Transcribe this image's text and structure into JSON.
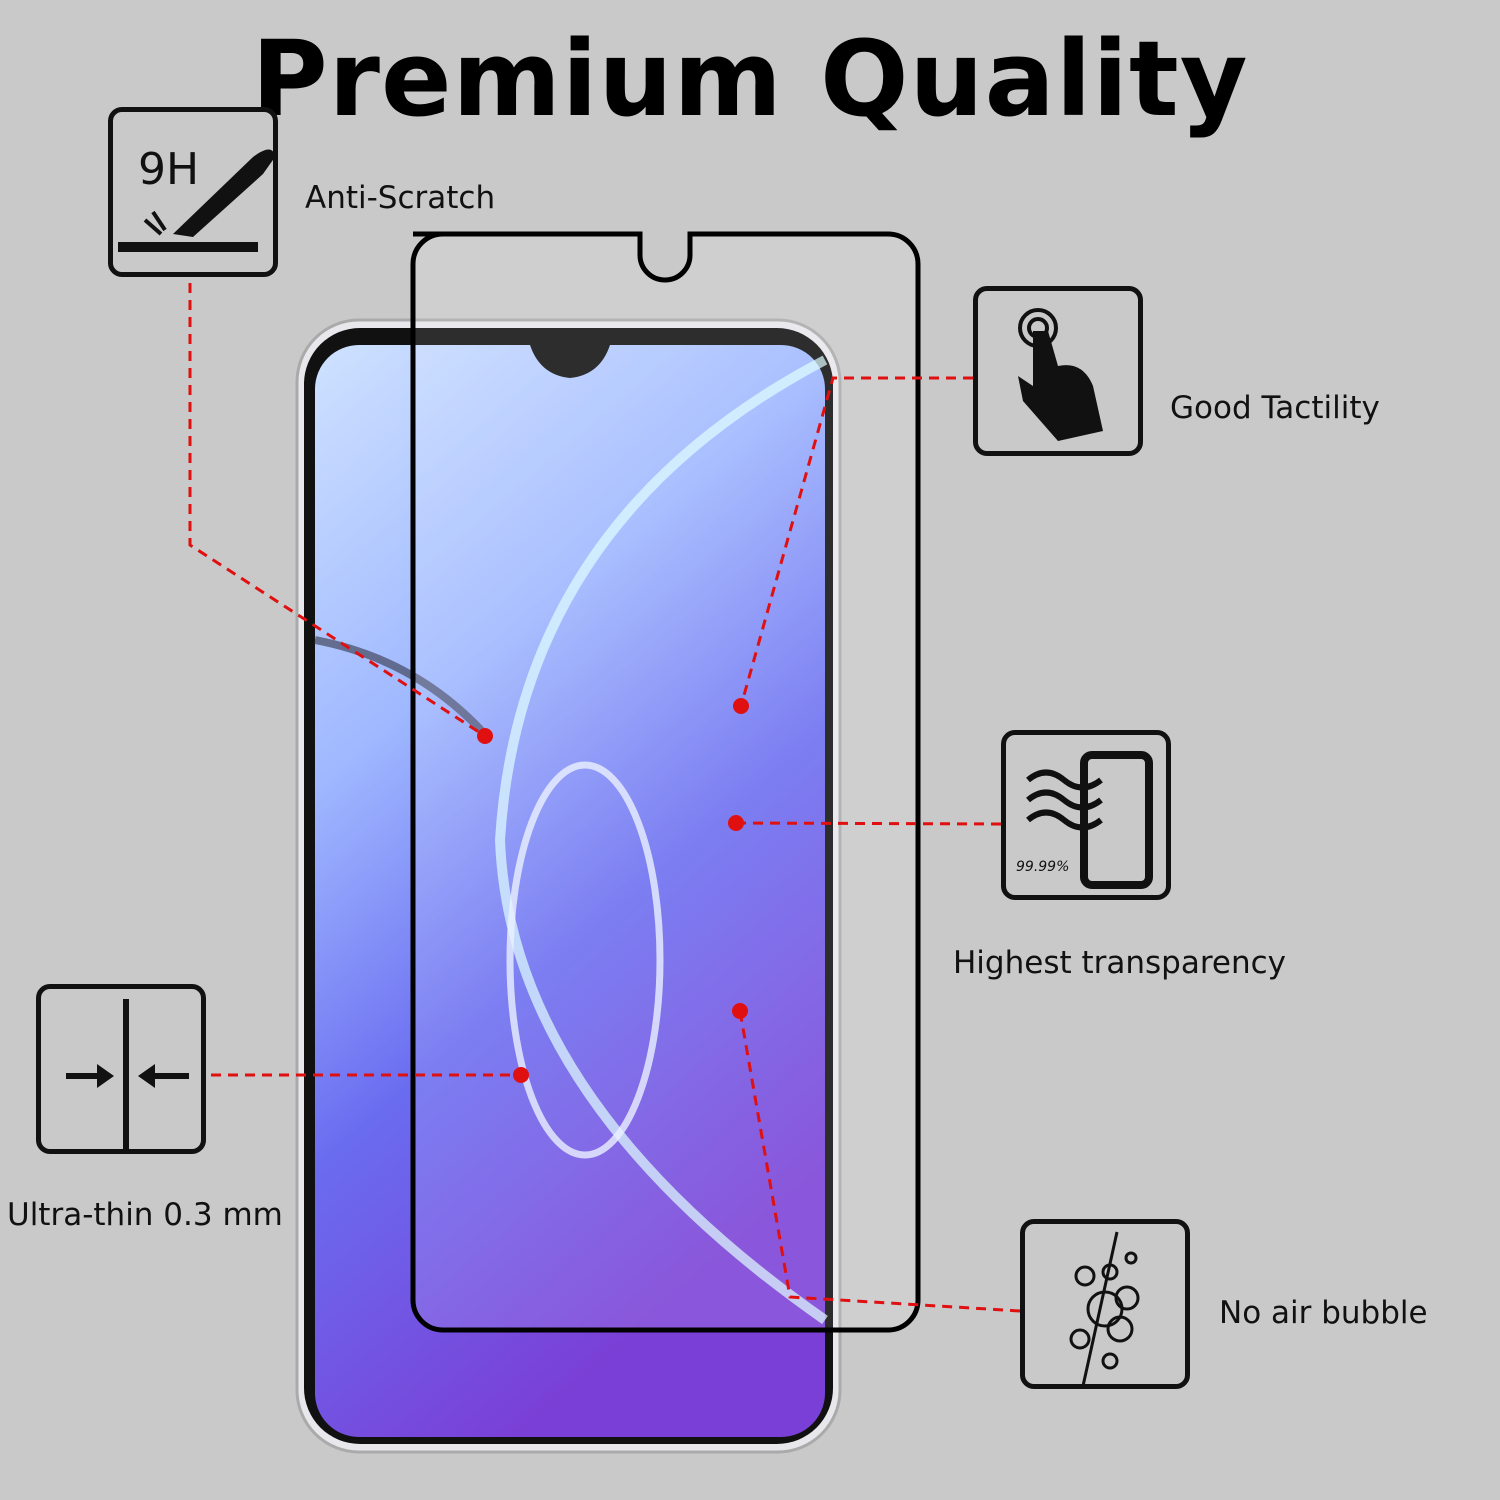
{
  "title": "Premium Quality",
  "features": [
    {
      "label": "Anti-Scratch",
      "icon": "knife-9h-icon",
      "badge": "9H"
    },
    {
      "label": "Good Tactility",
      "icon": "touch-hand-icon"
    },
    {
      "label": "Highest transparency",
      "icon": "transparency-icon",
      "badge": "99.99%"
    },
    {
      "label": "Ultra-thin 0.3 mm",
      "icon": "thin-arrows-icon"
    },
    {
      "label": "No air bubble",
      "icon": "bubbles-icon"
    }
  ],
  "colors": {
    "background": "#c9c9c9",
    "callout": "#e01010"
  }
}
